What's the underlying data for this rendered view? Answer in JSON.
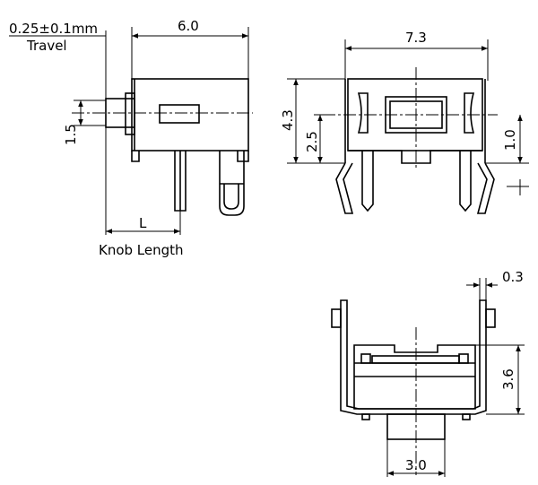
{
  "side_view": {
    "travel_value": "0.25±0.1mm",
    "travel_label": "Travel",
    "width": "6.0",
    "height": "1.5",
    "knob_dim": "L",
    "knob_label": "Knob Length"
  },
  "front_view": {
    "width": "7.3",
    "height_total": "4.3",
    "height_center": "2.5",
    "offset": "1.0"
  },
  "bottom_view": {
    "gap": "0.3",
    "height": "3.6",
    "width": "3.0"
  }
}
